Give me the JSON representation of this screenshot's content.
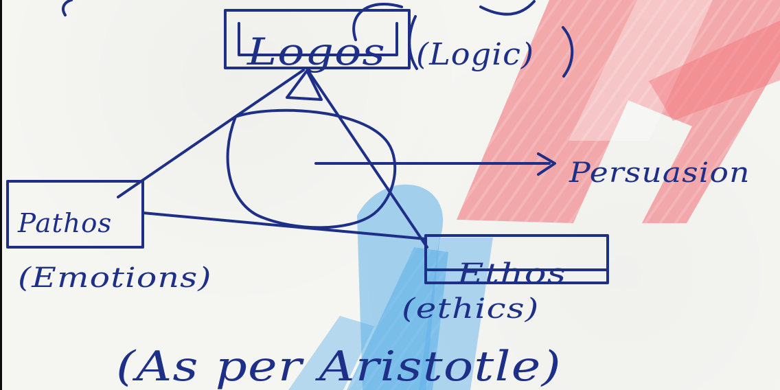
{
  "nodes": {
    "logos": {
      "label": "Logos",
      "note": "(Logic)"
    },
    "pathos": {
      "label": "Pathos",
      "note": "(Emotions)"
    },
    "ethos": {
      "label": "Ethos",
      "note": "(ethics)"
    }
  },
  "center": {
    "arrow_label": "Persuasion"
  },
  "footer": {
    "caption": "(As per Aristotle)"
  },
  "colors": {
    "ink": "#1d2f86",
    "watermark_red": "#f15b63",
    "watermark_blue": "#4aa8e8",
    "edge_black": "#0d0d0d"
  },
  "icons": {
    "watermark": "watermark-logo-icon"
  }
}
